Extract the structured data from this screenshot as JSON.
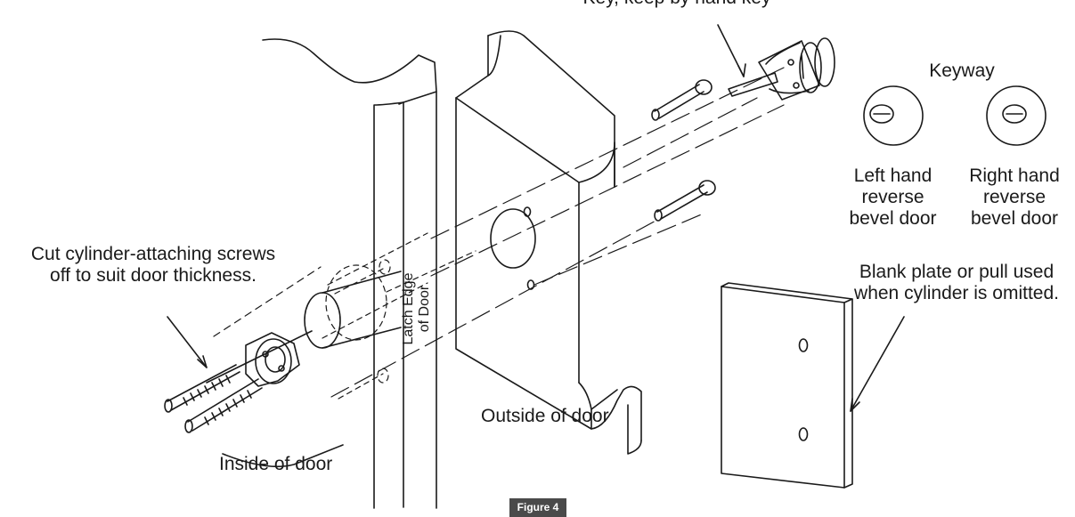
{
  "labels": {
    "top_partial": "Key, keep by hand key",
    "keyway": "Keyway",
    "left_hand": [
      "Left hand",
      "reverse",
      "bevel door"
    ],
    "right_hand": [
      "Right hand",
      "reverse",
      "bevel door"
    ],
    "cut_screws": [
      "Cut cylinder-attaching screws",
      "off to suit door thickness."
    ],
    "blank_plate": [
      "Blank plate or pull used",
      "when cylinder is omitted."
    ],
    "latch_edge": [
      "Latch Edge",
      "of Door"
    ],
    "outside_door": "Outside of door",
    "inside_door": "Inside of door",
    "figure": "Figure 4"
  },
  "colors": {
    "line": "#1a1a1a",
    "caption_bg": "#4a4a4a",
    "caption_text": "#ffffff"
  }
}
